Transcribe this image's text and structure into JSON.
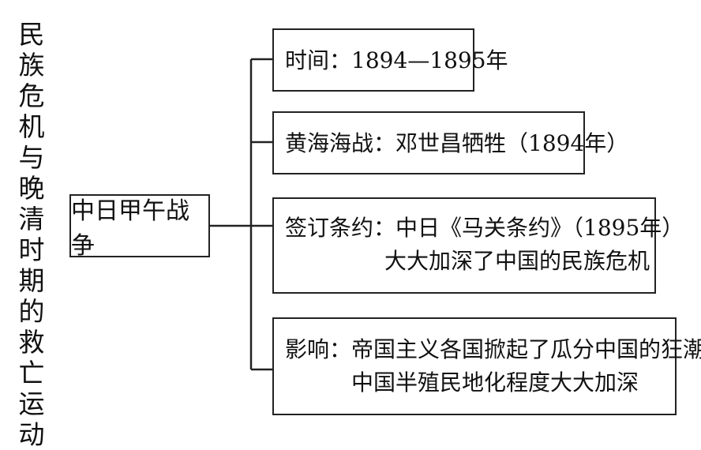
{
  "title": "民族危机与晚清时期的救亡运动",
  "root": {
    "label": "中日甲午战争"
  },
  "branches": [
    {
      "key": "time",
      "lines": [
        "时间：1894—1895年"
      ]
    },
    {
      "key": "battle",
      "lines": [
        "黄海海战：邓世昌牺牲（1894年）"
      ]
    },
    {
      "key": "treaty",
      "lines": [
        "签订条约：中日《马关条约》（1895年）",
        "大大加深了中国的民族危机"
      ]
    },
    {
      "key": "impact",
      "lines": [
        "影响：帝国主义各国掀起了瓜分中国的狂潮",
        "中国半殖民地化程度大大加深"
      ]
    }
  ]
}
